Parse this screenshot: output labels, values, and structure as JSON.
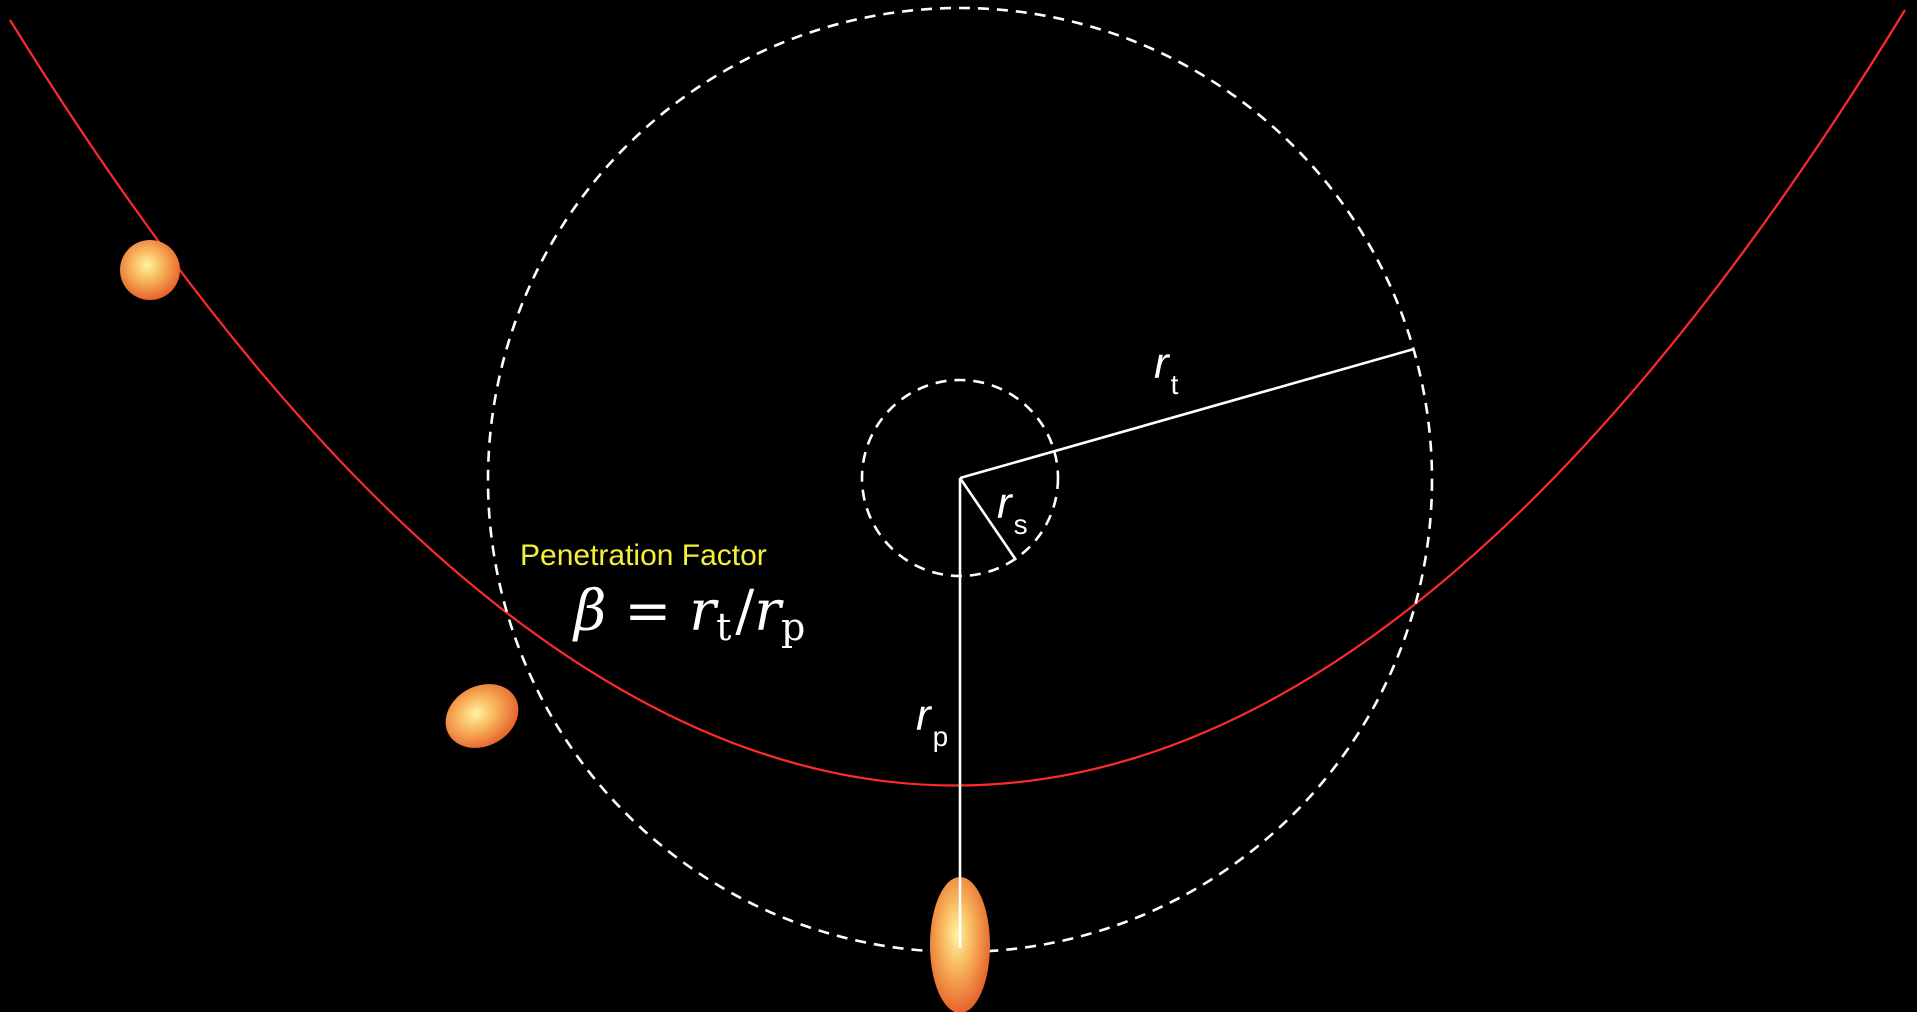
{
  "colors": {
    "background": "#000000",
    "orbit": "#ff2a2a",
    "circles": "#ffffff",
    "lines": "#ffffff",
    "caption": "#f4f03a",
    "star_core": "#ffe98a",
    "star_edge": "#e8602c"
  },
  "labels": {
    "r_t": {
      "symbol": "r",
      "subscript": "t"
    },
    "r_s": {
      "symbol": "r",
      "subscript": "s"
    },
    "r_p": {
      "symbol": "r",
      "subscript": "p"
    }
  },
  "caption": "Penetration Factor",
  "equation": {
    "beta": "β",
    "equals": "=",
    "r1": "r",
    "sub1": "t",
    "slash": "/",
    "r2": "r",
    "sub2": "p"
  }
}
